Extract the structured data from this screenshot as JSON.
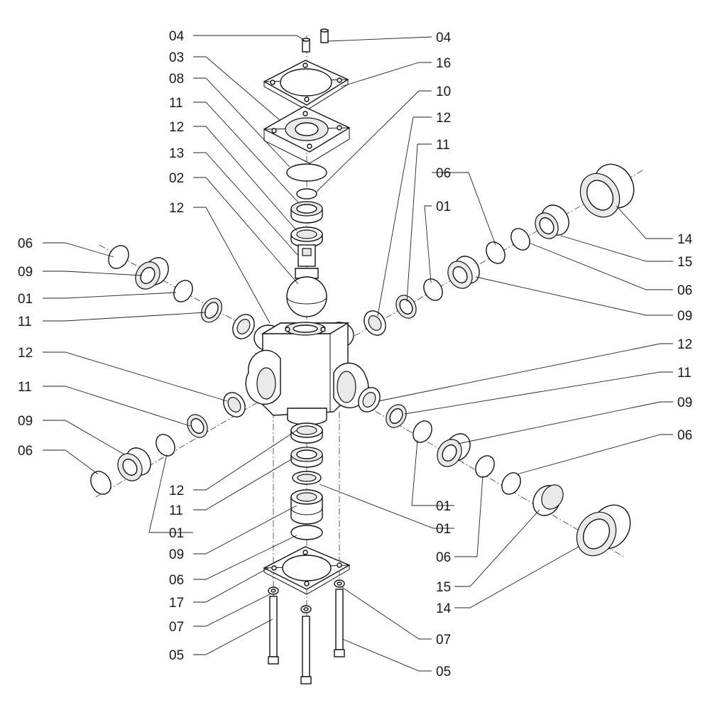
{
  "labels": {
    "l01": "04",
    "l02": "03",
    "l03": "08",
    "l04": "11",
    "l05": "12",
    "l06": "13",
    "l07": "02",
    "l08": "12",
    "l09": "06",
    "l10": "09",
    "l11": "01",
    "l12": "11",
    "l13": "12",
    "l14": "11",
    "l15": "09",
    "l16": "06",
    "l17": "12",
    "l18": "11",
    "l19": "01",
    "l20": "09",
    "l21": "06",
    "l22": "17",
    "l23": "07",
    "l24": "05",
    "r01": "04",
    "r02": "16",
    "r03": "10",
    "r04": "12",
    "r05": "11",
    "r06": "06",
    "r07": "01",
    "r08": "14",
    "r09": "15",
    "r10": "06",
    "r11": "09",
    "r12": "12",
    "r13": "11",
    "r14": "09",
    "r15": "06",
    "r16": "01",
    "r17": "01",
    "r18": "06",
    "r19": "15",
    "r20": "14",
    "r21": "07",
    "r22": "05"
  },
  "colors": {
    "line": "#111111",
    "fill": "#ffffff",
    "shade": "#e9e9e9"
  }
}
